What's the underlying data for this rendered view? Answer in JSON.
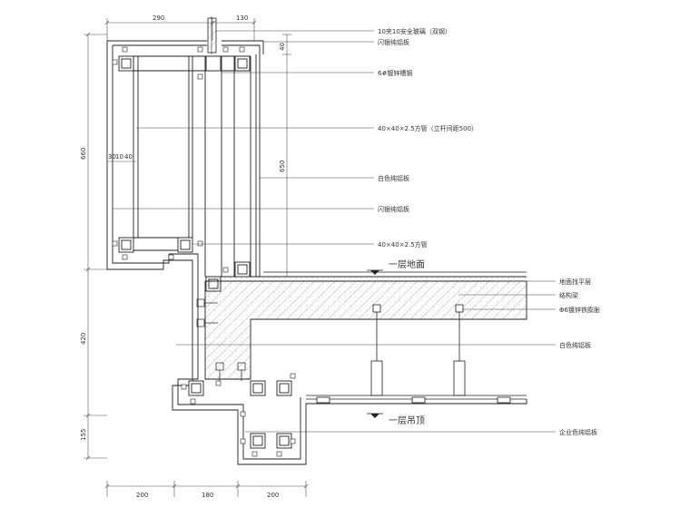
{
  "dimensions": {
    "top_left": "290",
    "top_right": "130",
    "gap_40": "40",
    "left_660": "660",
    "inner_650": "650",
    "left_420": "420",
    "left_155": "155",
    "small_30": "30",
    "small_10": "10",
    "small_40": "40",
    "bottom_200_a": "200",
    "bottom_180": "180",
    "bottom_200_b": "200"
  },
  "annotations": {
    "glass": "10夹10安全玻璃（双钢）",
    "titanium_top": "闪银纯铝板",
    "channel_steel": "6#镀锌槽钢",
    "square_tube_post": "40×40×2.5方管（立杆间距500）",
    "white_panel_a": "白色纯铝板",
    "titanium_mid": "闪银纯铝板",
    "square_tube": "40×40×2.5方管",
    "leveling": "地面找平层",
    "beam": "结构梁",
    "bolt": "Φ6镀锌铁膨胀",
    "white_panel_b": "白色纯铝板",
    "corp_panel": "企业色纯铝板"
  },
  "levels": {
    "floor": "一层地面",
    "ceiling": "一层吊顶"
  },
  "colors": {
    "line": "#222222",
    "thin": "#555555",
    "hatch": "#777777"
  }
}
